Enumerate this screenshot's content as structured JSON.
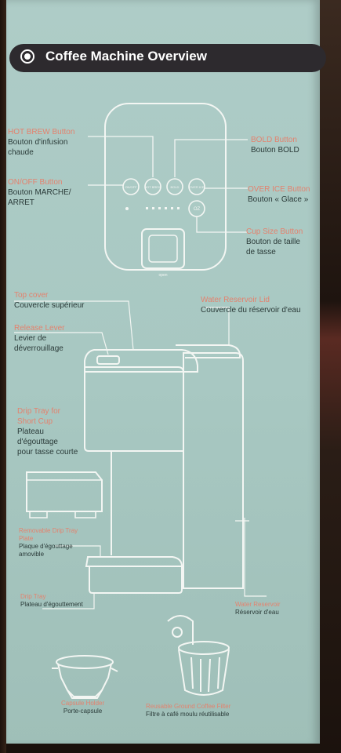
{
  "header": {
    "title": "Coffee Machine Overview",
    "icon": "radio-dot-icon"
  },
  "panel": {
    "buttons": [
      "ON/OFF",
      "HOT BREW",
      "BOLD",
      "OVER ICE"
    ],
    "cup_size": "OZ",
    "open_label": "open"
  },
  "labels": {
    "hot_brew": {
      "en": "HOT BREW Button",
      "fr1": "Bouton d'infusion",
      "fr2": "chaude"
    },
    "on_off": {
      "en": "ON/OFF Button",
      "fr1": "Bouton MARCHE/",
      "fr2": "ARRET"
    },
    "bold": {
      "en": "BOLD Button",
      "fr1": "Bouton BOLD"
    },
    "over_ice": {
      "en": "OVER ICE Button",
      "fr1": "Bouton « Glace »"
    },
    "cup_size": {
      "en": "Cup Size Button",
      "fr1": "Bouton de taille",
      "fr2": "de tasse"
    },
    "top_cover": {
      "en": "Top cover",
      "fr1": "Couvercle supérieur"
    },
    "water_lid": {
      "en": "Water Reservoir Lid",
      "fr1": "Couvercle du réservoir d'eau"
    },
    "release_lever": {
      "en": "Release Lever",
      "fr1": "Levier de",
      "fr2": "déverrouillage"
    },
    "drip_short": {
      "en": "Drip Tray for Short Cup",
      "fr1": "Plateau",
      "fr2": "d'égouttage",
      "fr3": "pour tasse courte"
    },
    "drip_plate": {
      "en": "Removable Drip Tray Plate",
      "fr1": "Plaque d'égouttage",
      "fr2": "amovible"
    },
    "drip_tray": {
      "en": "Drip Tray",
      "fr1": "Plateau d'égouttement"
    },
    "water_reservoir": {
      "en": "Water Reservoir",
      "fr1": "Réservoir d'eau"
    },
    "capsule_holder": {
      "en": "Capsule Holder",
      "fr1": "Porte-capsule"
    },
    "reusable_filter": {
      "en": "Reusable Ground Coffee Filter",
      "fr1": "Filtre à café moulu réutilisable"
    }
  },
  "colors": {
    "box": "#a9c8c2",
    "accent": "#e3826e",
    "header": "#2d2a2e",
    "line": "#f3f6f3"
  }
}
